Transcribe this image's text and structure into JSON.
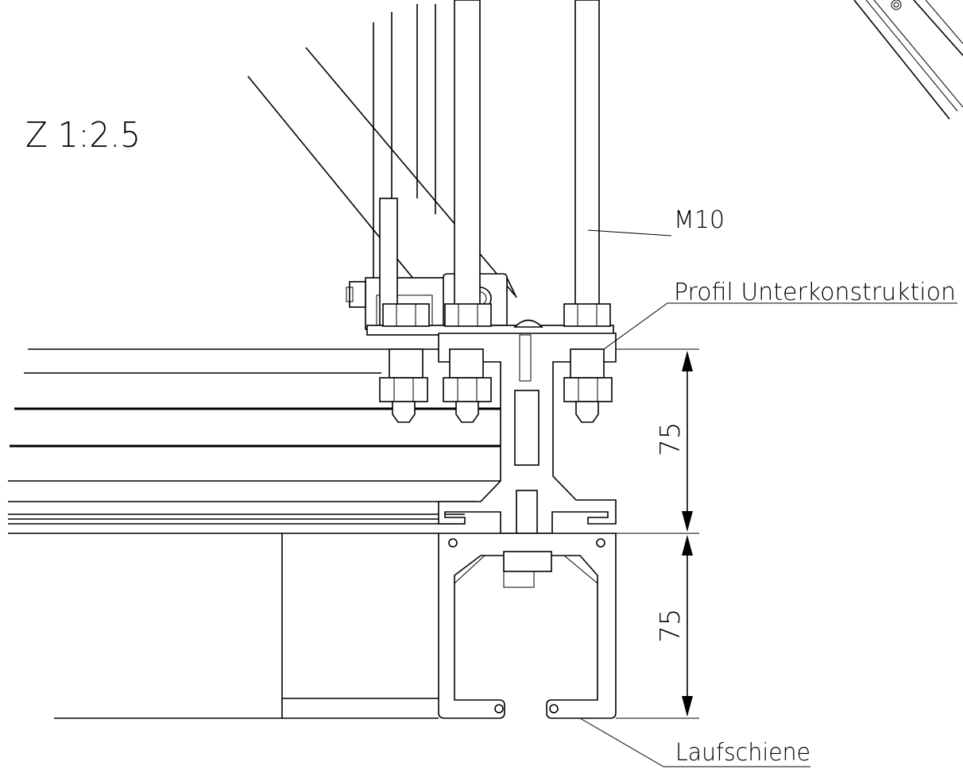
{
  "scale_label": "Z 1:2.5",
  "labels": {
    "bolt": "M10",
    "substructure": "Profil Unterkonstruktion",
    "rail": "Laufschiene"
  },
  "dimensions": {
    "upper": "75",
    "lower": "75"
  }
}
